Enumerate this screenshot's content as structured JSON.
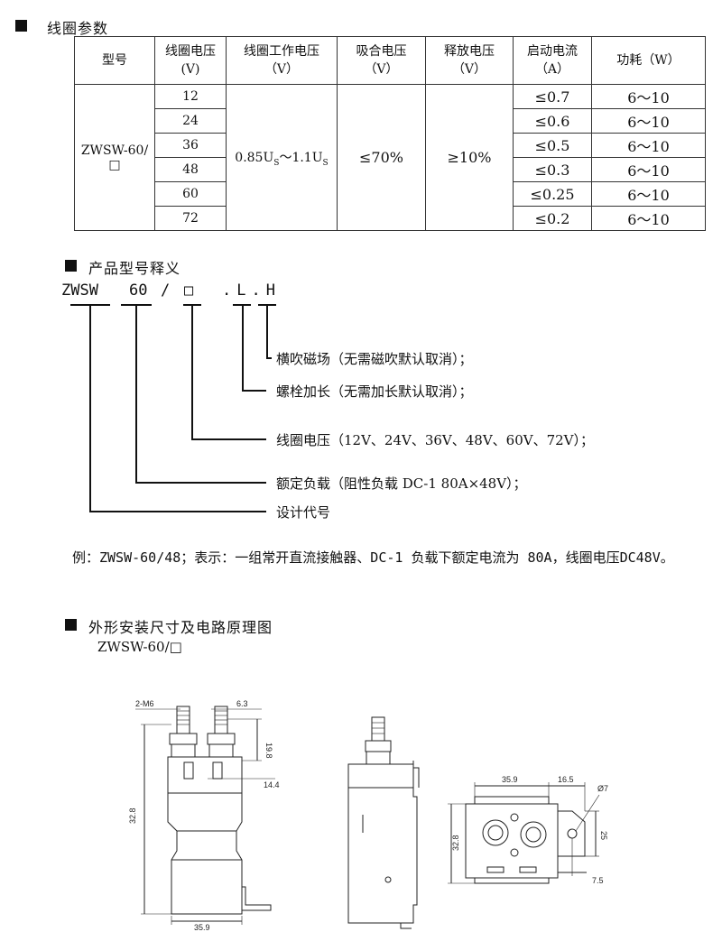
{
  "sections": {
    "coil_params": "线圈参数",
    "model_meaning": "产品型号释义",
    "dimensions": "外形安装尺寸及电路原理图"
  },
  "table": {
    "headers": {
      "model": "型号",
      "coil_voltage_1": "线圈电压",
      "coil_voltage_2": "(V)",
      "work_voltage_1": "线圈工作电压",
      "work_voltage_2": "（V）",
      "pull_in_1": "吸合电压",
      "pull_in_2": "（V）",
      "release_1": "释放电压",
      "release_2": "（V）",
      "start_current_1": "启动电流",
      "start_current_2": "（A）",
      "power": "功耗（W）"
    },
    "model_line1": "ZWSW-60/",
    "model_line2": "□",
    "work_voltage_a": "0.85U",
    "work_voltage_sub": "S",
    "work_voltage_b": "～1.1U",
    "pull_in": "≤70%",
    "release": "≥10%",
    "rows": [
      {
        "voltage": "12",
        "current": "≤0.7",
        "power": "6～10"
      },
      {
        "voltage": "24",
        "current": "≤0.6",
        "power": "6～10"
      },
      {
        "voltage": "36",
        "current": "≤0.5",
        "power": "6～10"
      },
      {
        "voltage": "48",
        "current": "≤0.3",
        "power": "6～10"
      },
      {
        "voltage": "60",
        "current": "≤0.25",
        "power": "6～10"
      },
      {
        "voltage": "72",
        "current": "≤0.2",
        "power": "6～10"
      }
    ]
  },
  "model_code": {
    "part1": "ZWSW",
    "part2": "60",
    "slash": "/",
    "part3": "□",
    "part4": ".L.H"
  },
  "explanations": {
    "h": "横吹磁场（无需磁吹默认取消）；",
    "l": "螺栓加长（无需加长默认取消）；",
    "coil": "线圈电压（12V、24V、36V、48V、60V、72V）；",
    "load": "额定负载（阻性负载  DC-1 80A×48V）；",
    "design": "设计代号"
  },
  "example": "例：ZWSW-60/48；表示：一组常开直流接触器、DC-1 负载下额定电流为 80A，线圈电压DC48V。",
  "drawing_model": "ZWSW-60/□",
  "dims": {
    "m6": "2-M6",
    "d63": "6.3",
    "d198": "19.8",
    "d144": "14.4",
    "d328": "32.8",
    "d359": "35.9",
    "d165": "16.5",
    "d7": "Ø7",
    "d25": "25",
    "d75": "7.5"
  }
}
